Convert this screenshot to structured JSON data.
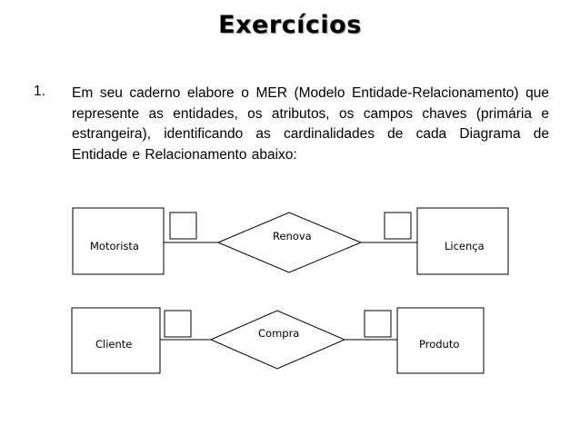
{
  "title": "Exercícios",
  "question": {
    "number": "1.",
    "text": "Em seu caderno elabore o MER (Modelo Entidade-Relacionamento) que represente as entidades, os atributos, os campos chaves (primária e estrangeira), identificando as cardinalidades de cada Diagrama de Entidade e Relacionamento abaixo:"
  },
  "diagrams": [
    {
      "entity_left": "Motorista",
      "relationship": "Renova",
      "entity_right": "Licença"
    },
    {
      "entity_left": "Cliente",
      "relationship": "Compra",
      "entity_right": "Produto"
    }
  ]
}
